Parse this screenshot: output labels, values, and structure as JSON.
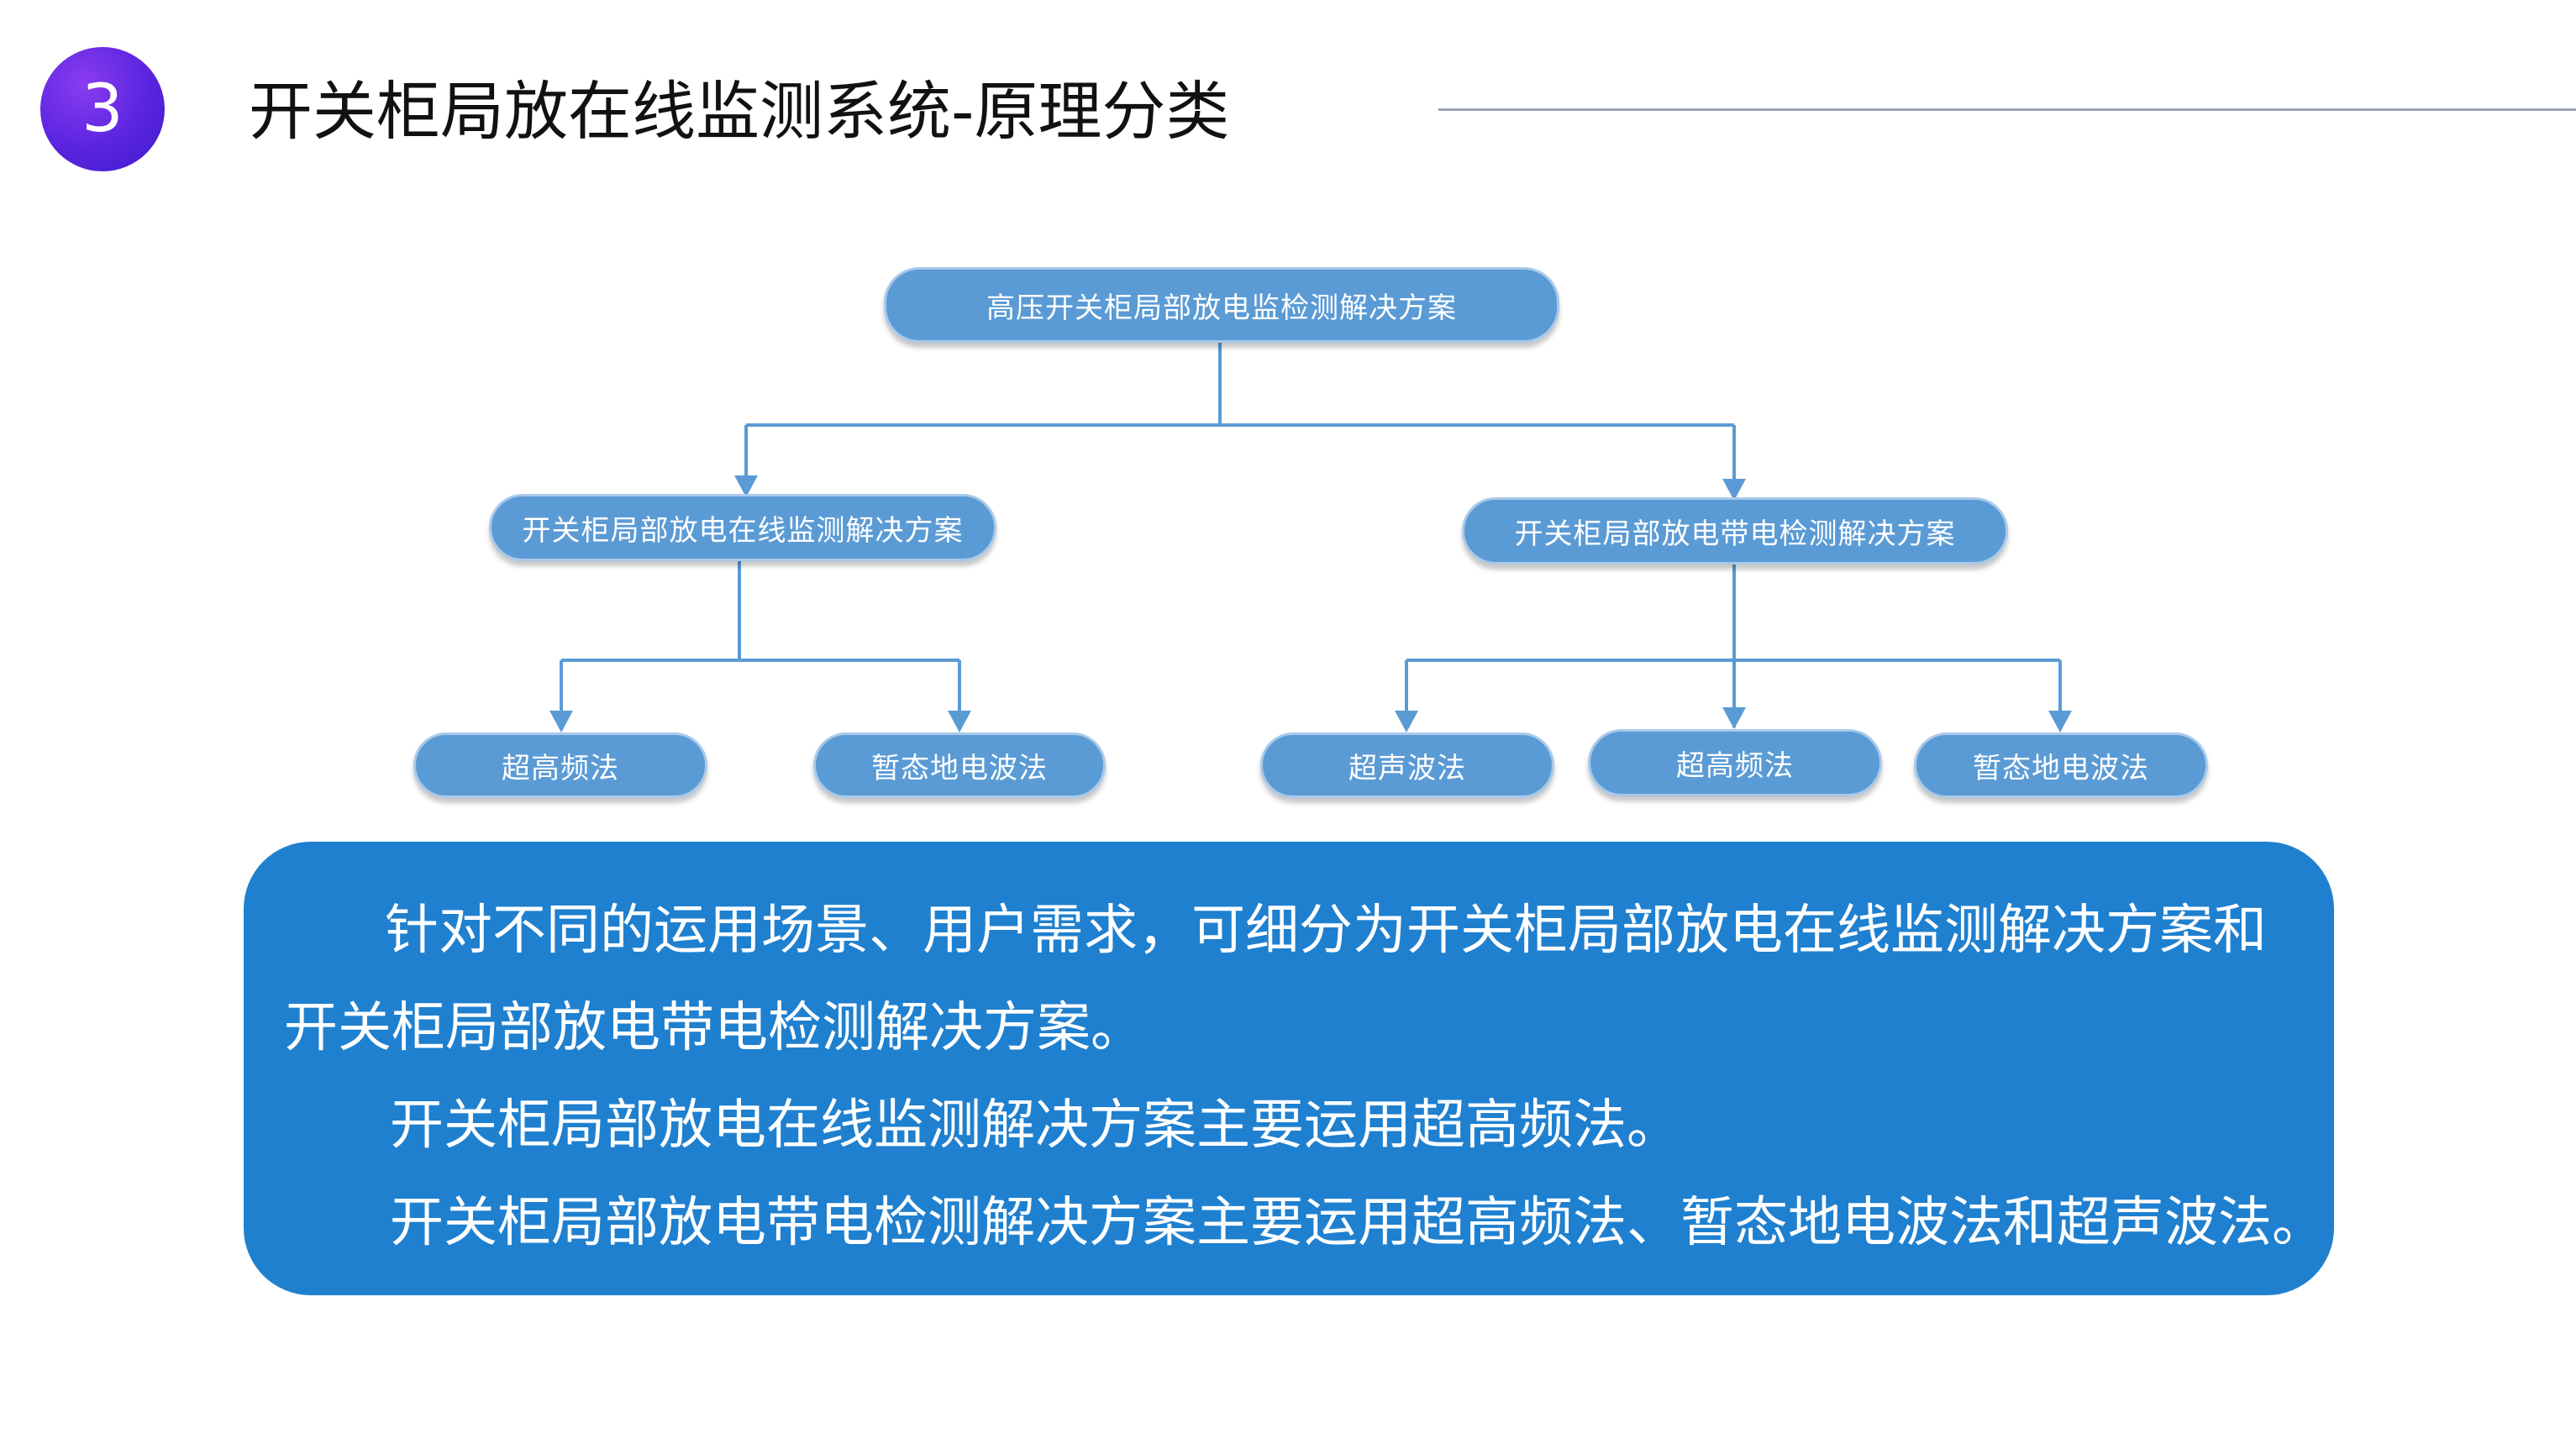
{
  "header": {
    "badge_number": "3",
    "title": "开关柜局放在线监测系统-原理分类"
  },
  "diagram": {
    "root": "高压开关柜局部放电监检测解决方案",
    "branches": [
      {
        "label": "开关柜局部放电在线监测解决方案",
        "children": [
          "超高频法",
          "暂态地电波法"
        ]
      },
      {
        "label": "开关柜局部放电带电检测解决方案",
        "children": [
          "超声波法",
          "超高频法",
          "暂态地电波法"
        ]
      }
    ]
  },
  "description": {
    "paragraph1": "针对不同的运用场景、用户需求，可细分为开关柜局部放电在线监测解决方案和开关柜局部放电带电检测解决方案。",
    "paragraph2": "开关柜局部放电在线监测解决方案主要运用超高频法。",
    "paragraph3": "开关柜局部放电带电检测解决方案主要运用超高频法、暂态地电波法和超声波法。"
  },
  "colors": {
    "badge": "#5a24e0",
    "node_fill": "#5b9bd5",
    "connector": "#5b9bd5",
    "info_box": "#1f80cf"
  }
}
